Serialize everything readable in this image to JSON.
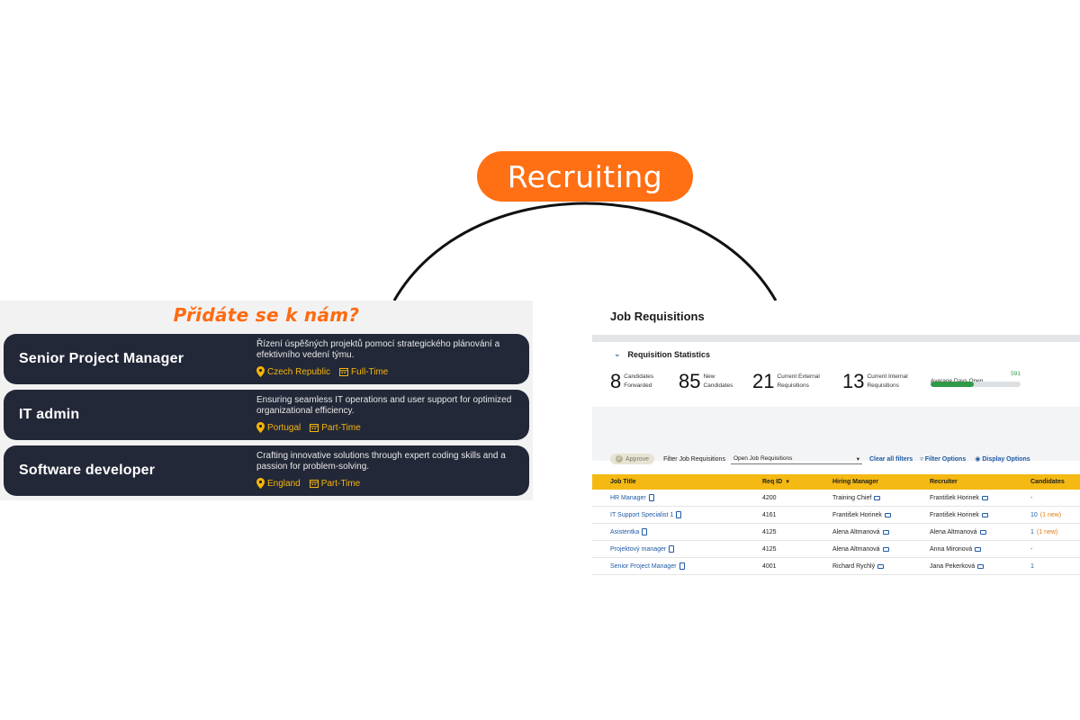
{
  "badge": {
    "label": "Recruiting"
  },
  "careers": {
    "heading": "Přidáte se k nám?",
    "jobs": [
      {
        "title": "Senior Project Manager",
        "description": "Řízení úspěšných projektů pomocí strategického plánování a efektivního vedení týmu.",
        "location": "Czech Republic",
        "type": "Full-Time"
      },
      {
        "title": "IT admin",
        "description": "Ensuring seamless IT operations and user support for optimized organizational efficiency.",
        "location": "Portugal",
        "type": "Part-Time"
      },
      {
        "title": "Software developer",
        "description": "Crafting innovative solutions through expert coding skills and a passion for problem-solving.",
        "location": "England",
        "type": "Part-Time"
      }
    ]
  },
  "ats": {
    "title": "Job Requisitions",
    "stats_section": "Requisition Statistics",
    "stats": [
      {
        "value": "8",
        "label1": "Candidates",
        "label2": "Forwarded"
      },
      {
        "value": "85",
        "label1": "New",
        "label2": "Candidates"
      },
      {
        "value": "21",
        "label1": "Current External",
        "label2": "Requisitions"
      },
      {
        "value": "13",
        "label1": "Current Internal",
        "label2": "Requisitions"
      }
    ],
    "avg_days": {
      "label": "Average Days Open",
      "value": "591",
      "fill": 0.48
    },
    "toolbar": {
      "approve": "Approve",
      "filter_label": "Filter Job Requisitions",
      "filter_value": "Open Job Requisitions",
      "clear": "Clear all filters",
      "filter_options": "Filter Options",
      "display_options": "Display Options"
    },
    "columns": [
      "Job Title",
      "Req ID",
      "Hiring Manager",
      "Recruiter",
      "Candidates"
    ],
    "rows": [
      {
        "title": "HR Manager",
        "req": "4200",
        "manager": "Training Chief",
        "recruiter": "František Horinek",
        "candidates": "-",
        "new": ""
      },
      {
        "title": "IT Support Specialist 1",
        "req": "4161",
        "manager": "František Horinek",
        "recruiter": "František Horinek",
        "candidates": "10",
        "new": "(1 new)"
      },
      {
        "title": "Asistentka",
        "req": "4125",
        "manager": "Alena Altmanová",
        "recruiter": "Alena Altmanová",
        "candidates": "1",
        "new": "(1 new)"
      },
      {
        "title": "Projektový manager",
        "req": "4125",
        "manager": "Alena Altmanová",
        "recruiter": "Anna Mironová",
        "candidates": "-",
        "new": ""
      },
      {
        "title": "Senior Project Manager",
        "req": "4001",
        "manager": "Richard Rychlý",
        "recruiter": "Jana Pekerková",
        "candidates": "1",
        "new": ""
      }
    ],
    "colors": {
      "header_bg": "#f4b913",
      "link": "#1f5aa6",
      "accent": "#2f9a47"
    }
  },
  "colors": {
    "brand_orange": "#ff6f14",
    "card_bg": "#232838",
    "meta_yellow": "#f5b50a"
  }
}
